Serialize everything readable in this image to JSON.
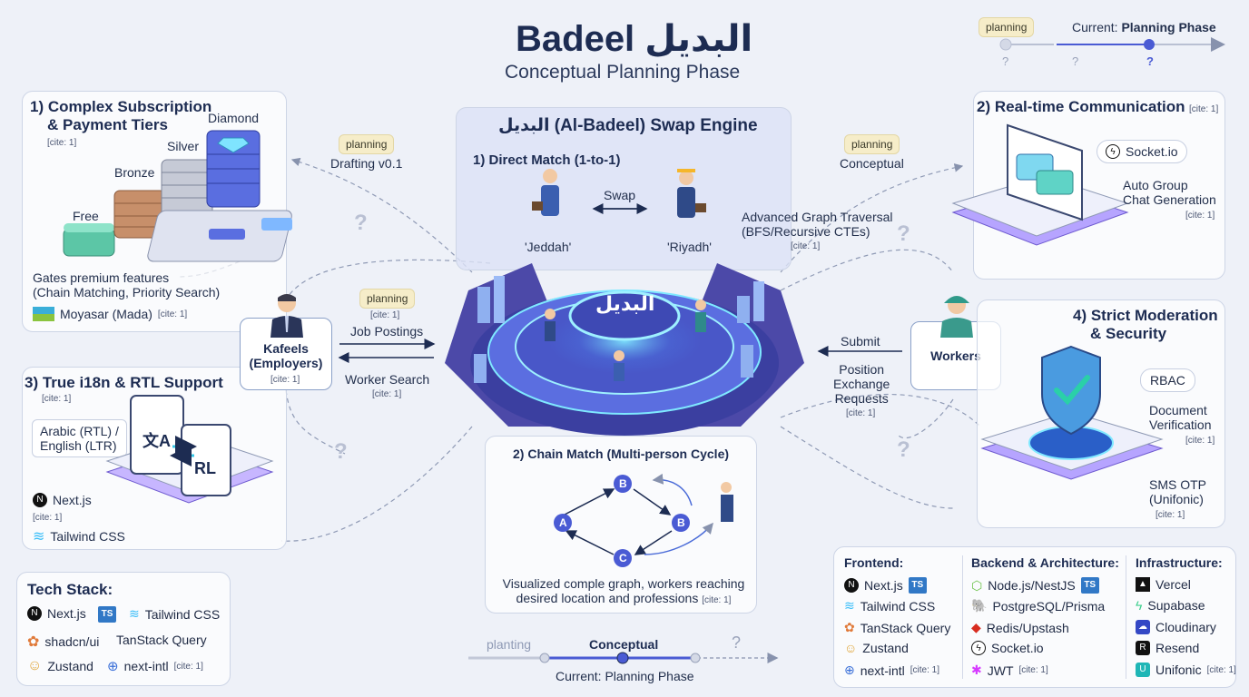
{
  "header": {
    "title": "Badeel البديل",
    "subtitle": "Conceptual Planning Phase"
  },
  "top_progress": {
    "pill": "planning",
    "current_prefix": "Current: ",
    "current_phase": "Planning Phase",
    "q": "?"
  },
  "card_subscription": {
    "title_line1": "1) Complex Subscription",
    "title_line2": "& Payment Tiers",
    "cite": "[cite: 1]",
    "tiers": [
      "Free",
      "Bronze",
      "Silver",
      "Diamond"
    ],
    "gates_line1": "Gates premium features",
    "gates_line2": "(Chain Matching, Priority Search)",
    "payment": "Moyasar (Mada)",
    "payment_cite": "[cite: 1]"
  },
  "card_realtime": {
    "title": "2) Real-time Communication",
    "cite": "[cite: 1]",
    "socket": "Socket.io",
    "auto_line1": "Auto Group",
    "auto_line2": "Chat Generation",
    "auto_cite": "[cite: 1]"
  },
  "card_i18n": {
    "title": "3) True i18n & RTL Support",
    "cite": "[cite: 1]",
    "lang_line1": "Arabic (RTL) /",
    "lang_line2": "English (LTR)",
    "next": "Next.js",
    "next_cite": "[cite: 1]",
    "tailwind": "Tailwind CSS",
    "glyph_a": "文A",
    "glyph_b": "RL"
  },
  "card_moderation": {
    "title_line1": "4) Strict Moderation",
    "title_line2": "& Security",
    "rbac": "RBAC",
    "doc_line1": "Document",
    "doc_line2": "Verification",
    "doc_cite": "[cite: 1]",
    "sms_line1": "SMS OTP",
    "sms_line2": "(Unifonic)",
    "sms_cite": "[cite: 1]"
  },
  "engine": {
    "title": "البديل (Al-Badeel) Swap Engine",
    "direct": "1) Direct Match (1-to-1)",
    "swap": "Swap",
    "city_a": "'Jeddah'",
    "city_b": "'Riyadh'",
    "core": "البديل",
    "chain_title": "2) Chain Match (Multi-person Cycle)",
    "nodes": [
      "A",
      "B",
      "B",
      "C"
    ],
    "chain_desc_line1": "Visualized comple graph, workers reaching",
    "chain_desc_line2": "desired location and professions",
    "chain_cite": "[cite: 1]"
  },
  "connectors": {
    "left_top_pill": "planning",
    "left_top_label": "Drafting v0.1",
    "right_top_pill": "planning",
    "right_top_label": "Conceptual",
    "graph_line1": "Advanced Graph Traversal",
    "graph_line2": "(BFS/Recursive CTEs)",
    "graph_cite": "[cite: 1]",
    "mid_pill": "planning",
    "mid_cite": "[cite: 1]",
    "job_postings": "Job Postings",
    "worker_search": "Worker Search",
    "worker_search_cite": "[cite: 1]",
    "submit": "Submit",
    "position_line1": "Position",
    "position_line2": "Exchange",
    "position_line3": "Requests",
    "position_cite": "[cite: 1]",
    "q": "?"
  },
  "actors": {
    "kafeels_line1": "Kafeels",
    "kafeels_line2": "(Employers)",
    "kafeels_cite": "[cite: 1]",
    "workers": "Workers"
  },
  "tech_stack": {
    "title": "Tech Stack:",
    "items": [
      "Next.js",
      "TS",
      "Tailwind CSS",
      "shadcn/ui",
      "TanStack Query",
      "Zustand",
      "next-intl"
    ],
    "cite": "[cite: 1]"
  },
  "bottom_progress": {
    "planting": "planting",
    "conceptual": "Conceptual",
    "current": "Current: Planning Phase",
    "q": "?"
  },
  "arch": {
    "frontend_title": "Frontend:",
    "frontend": [
      "Next.js",
      "Tailwind CSS",
      "TanStack Query",
      "Zustand",
      "next-intl"
    ],
    "frontend_cite": "[cite: 1]",
    "backend_title": "Backend & Architecture:",
    "backend": [
      "Node.js/NestJS",
      "PostgreSQL/Prisma",
      "Redis/Upstash",
      "Socket.io",
      "JWT"
    ],
    "backend_cite": "[cite: 1]",
    "infra_title": "Infrastructure:",
    "infra": [
      "Vercel",
      "Supabase",
      "Cloudinary",
      "Resend",
      "Unifonic"
    ],
    "infra_cite": "[cite: 1]",
    "ts": "TS"
  },
  "colors": {
    "accent": "#4a5bd4",
    "navy": "#1d2c52",
    "pill": "#f6edc9",
    "cyan": "#37c8e8"
  }
}
